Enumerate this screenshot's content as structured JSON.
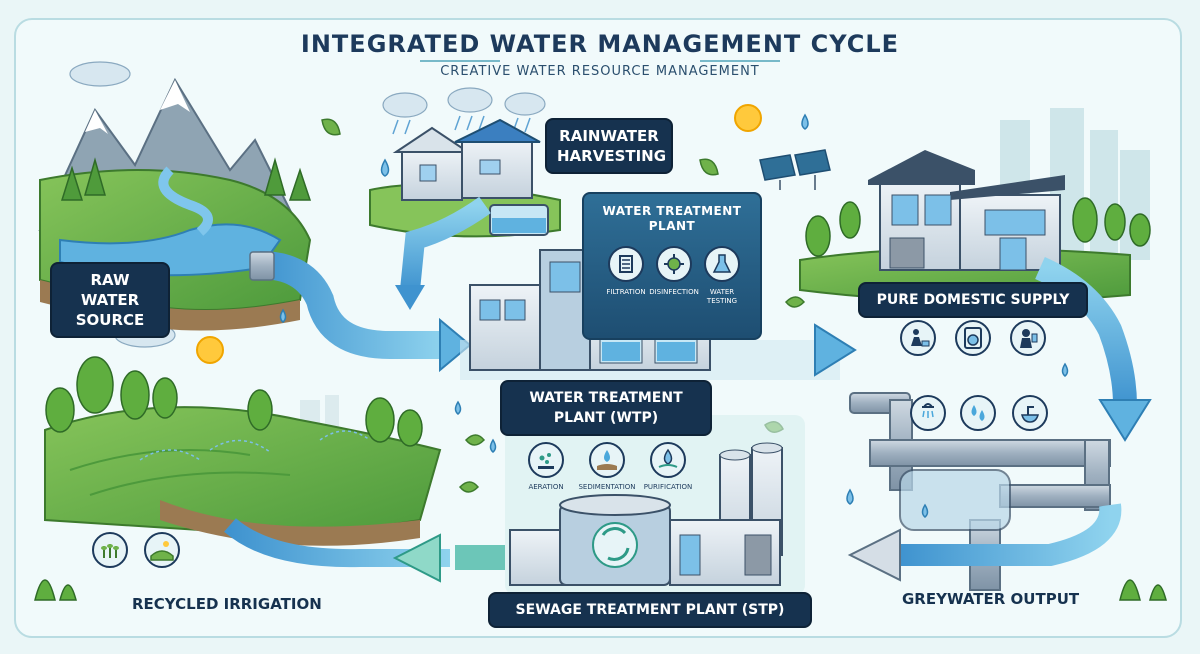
{
  "title": "INTEGRATED WATER MANAGEMENT CYCLE",
  "subtitle": "CREATIVE WATER RESOURCE MANAGEMENT",
  "nodes": {
    "raw_source": "RAW WATER\nSOURCE",
    "rainwater": "RAINWATER\nHARVESTING",
    "wtp_panel_title": "WATER TREATMENT\nPLANT",
    "wtp_label": "WATER TREATMENT\nPLANT (WTP)",
    "domestic": "PURE DOMESTIC SUPPLY",
    "greywater": "GREYWATER OUTPUT",
    "stp": "SEWAGE TREATMENT PLANT (STP)",
    "irrigation": "RECYCLED IRRIGATION"
  },
  "wtp_steps": [
    "FILTRATION",
    "DISINFECTION",
    "WATER\nTESTING"
  ],
  "stp_steps": [
    "AERATION",
    "SEDIMENTATION",
    "PURIFICATION"
  ],
  "domestic_icons": [
    "washing-hands-icon",
    "washing-machine-icon",
    "drinking-icon"
  ],
  "greywater_icons": [
    "shower-icon",
    "drops-icon",
    "sink-icon"
  ],
  "irrigation_icons": [
    "crops-icon",
    "field-icon"
  ],
  "colors": {
    "navy": "#16324f",
    "water": "#4aa7db",
    "pipe": "#a9b7c6",
    "grass": "#6fb24a",
    "background": "#eaf6f7"
  }
}
